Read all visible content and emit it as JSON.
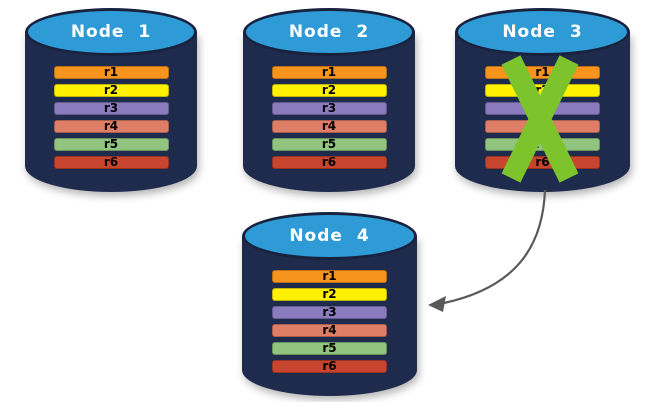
{
  "colors": {
    "background": "#FFFFFF",
    "cylinder_body": "#1F2B4D",
    "cylinder_top": "#2E9BD6",
    "cylinder_outline": "#18223E",
    "node_title_text": "#FFFFFF",
    "bar_text": "#000000",
    "x_mark": "#7DC32B",
    "arrow": "#595959"
  },
  "nodes": [
    {
      "title": "Node 1",
      "failed": false
    },
    {
      "title": "Node 2",
      "failed": false
    },
    {
      "title": "Node 3",
      "failed": true
    },
    {
      "title": "Node 4",
      "failed": false
    }
  ],
  "records": [
    {
      "label": "r1",
      "color": "#F7941E"
    },
    {
      "label": "r2",
      "color": "#FFF100"
    },
    {
      "label": "r3",
      "color": "#8A7BBE"
    },
    {
      "label": "r4",
      "color": "#DF7E66"
    },
    {
      "label": "r5",
      "color": "#90C47F"
    },
    {
      "label": "r6",
      "color": "#C7452F"
    }
  ],
  "arrow": {
    "from": "Node 3",
    "to": "Node 4"
  }
}
